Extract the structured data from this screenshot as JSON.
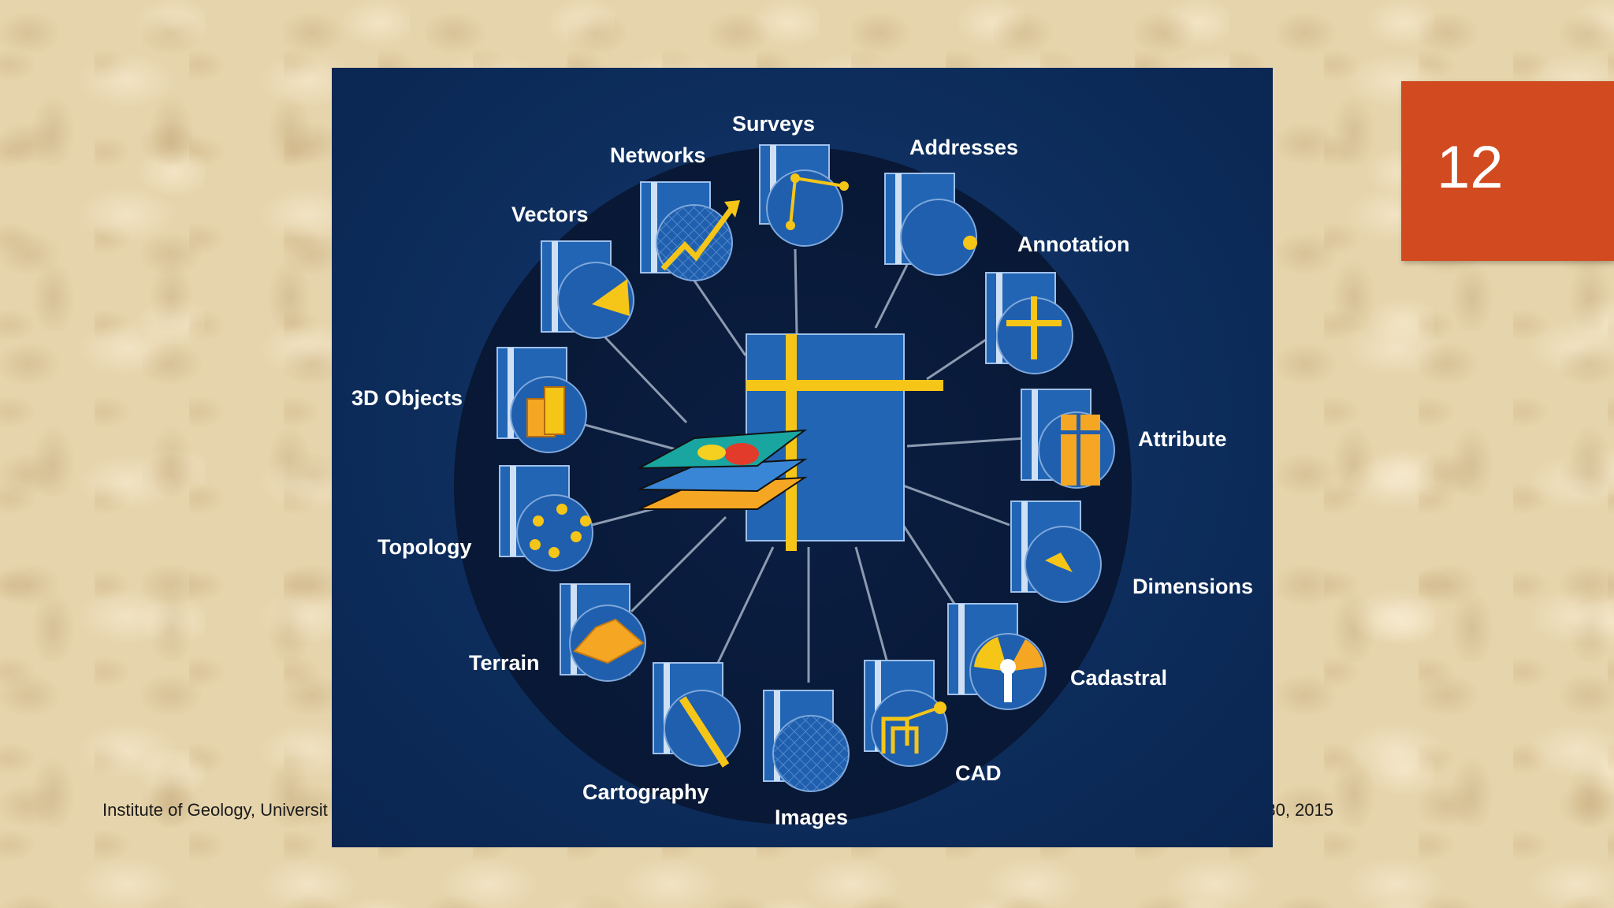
{
  "slide": {
    "number": "12",
    "footer_left": "Institute of Geology, Universit",
    "footer_right": "n 30, 2015",
    "accent_color": "#d24a1f"
  },
  "diagram": {
    "nodes": [
      {
        "label": "Surveys",
        "icon": "survey-icon"
      },
      {
        "label": "Addresses",
        "icon": "address-icon"
      },
      {
        "label": "Annotation",
        "icon": "annotation-icon"
      },
      {
        "label": "Attribute",
        "icon": "attribute-icon"
      },
      {
        "label": "Dimensions",
        "icon": "dimensions-icon"
      },
      {
        "label": "Cadastral",
        "icon": "cadastral-icon"
      },
      {
        "label": "CAD",
        "icon": "cad-icon"
      },
      {
        "label": "Images",
        "icon": "images-icon"
      },
      {
        "label": "Cartography",
        "icon": "cartography-icon"
      },
      {
        "label": "Terrain",
        "icon": "terrain-icon"
      },
      {
        "label": "Topology",
        "icon": "topology-icon"
      },
      {
        "label": "3D Objects",
        "icon": "3d-objects-icon"
      },
      {
        "label": "Vectors",
        "icon": "vectors-icon"
      },
      {
        "label": "Networks",
        "icon": "networks-icon"
      }
    ],
    "center_icon": "geodatabase-layers-icon",
    "colors": {
      "panel": "#0d2d5c",
      "icon_blue": "#2165b4",
      "accent_yellow": "#f5c518",
      "line": "#8c9bb0"
    }
  }
}
